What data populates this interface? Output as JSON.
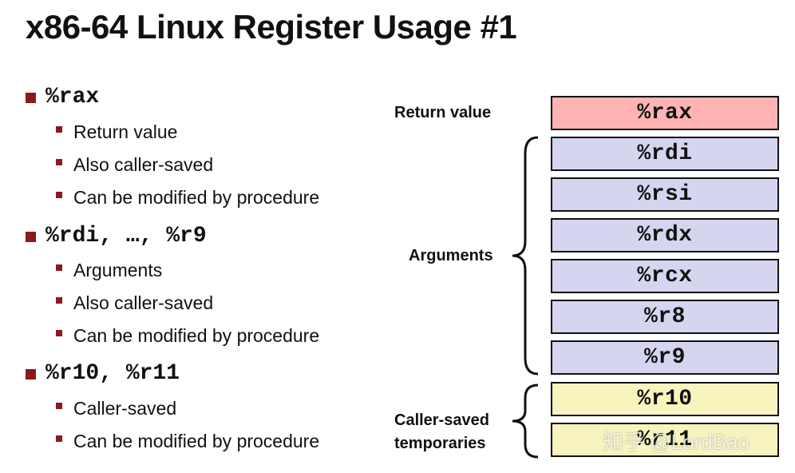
{
  "slide": {
    "title": "x86-64 Linux Register Usage #1"
  },
  "bullets": [
    {
      "main": "%rax",
      "subs": [
        "Return value",
        "Also caller-saved",
        "Can be modified by procedure"
      ]
    },
    {
      "main": "%rdi, …, %r9",
      "subs": [
        "Arguments",
        "Also caller-saved",
        "Can be modified by procedure"
      ]
    },
    {
      "main": "%r10, %r11",
      "subs": [
        "Caller-saved",
        "Can be modified by procedure"
      ]
    }
  ],
  "diagram": {
    "labels": {
      "return_value": "Return value",
      "arguments": "Arguments",
      "caller_saved_line1": "Caller-saved",
      "caller_saved_line2": "temporaries"
    },
    "registers": [
      "%rax",
      "%rdi",
      "%rsi",
      "%rdx",
      "%rcx",
      "%r8",
      "%r9",
      "%r10",
      "%r11"
    ],
    "colors": {
      "return": "#ffb3b3",
      "arguments": "#d5d5f0",
      "temporaries": "#f7f4bd",
      "bullet": "#8b1a1a"
    }
  },
  "watermark": {
    "text": "知乎 @LordBao"
  }
}
